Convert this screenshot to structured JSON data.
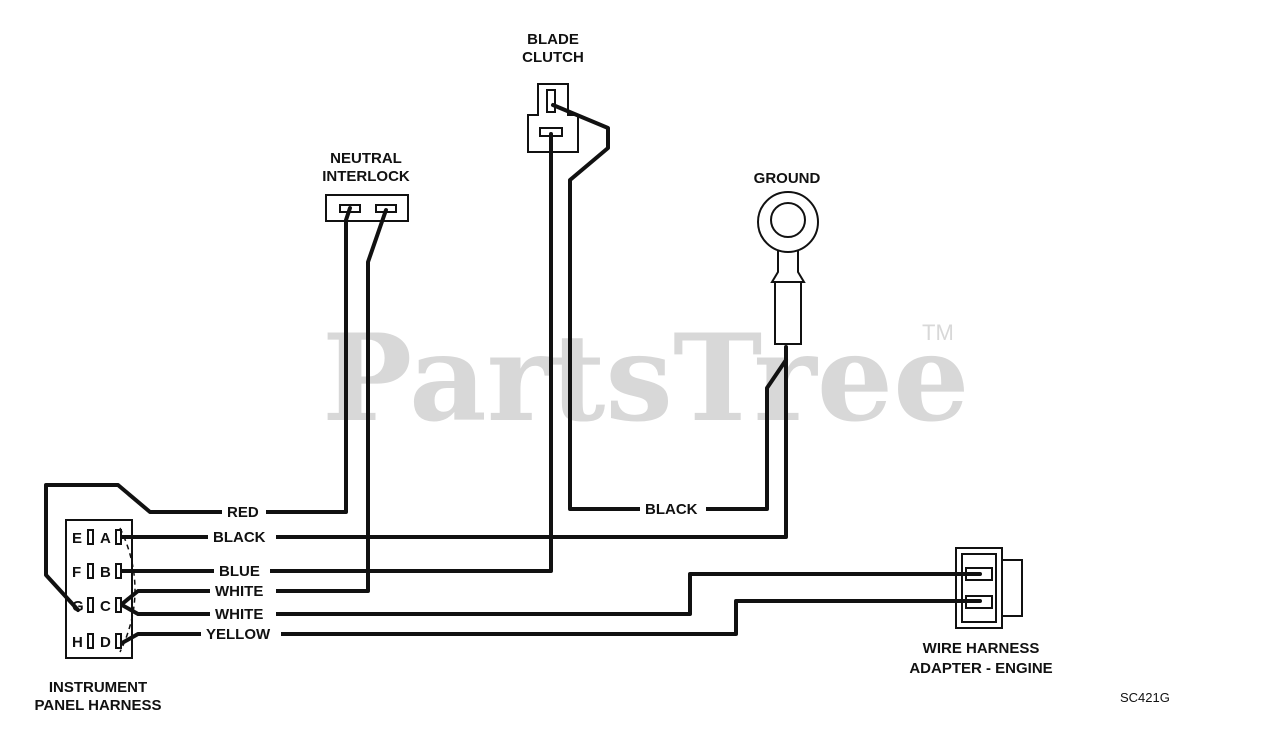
{
  "watermark": {
    "text": "PartsTree",
    "tm": "TM"
  },
  "components": {
    "blade_clutch": [
      "BLADE",
      "CLUTCH"
    ],
    "neutral_interlock": [
      "NEUTRAL",
      "INTERLOCK"
    ],
    "ground": "GROUND",
    "instrument_panel_harness": [
      "INSTRUMENT",
      "PANEL HARNESS"
    ],
    "wire_harness_adapter": [
      "WIRE HARNESS",
      "ADAPTER - ENGINE"
    ]
  },
  "pins": [
    "E",
    "A",
    "F",
    "B",
    "G",
    "C",
    "H",
    "D"
  ],
  "wires": {
    "red": "RED",
    "black_a": "BLACK",
    "black_ground": "BLACK",
    "blue": "BLUE",
    "white_1": "WHITE",
    "white_2": "WHITE",
    "yellow": "YELLOW"
  },
  "drawing_code": "SC421G"
}
